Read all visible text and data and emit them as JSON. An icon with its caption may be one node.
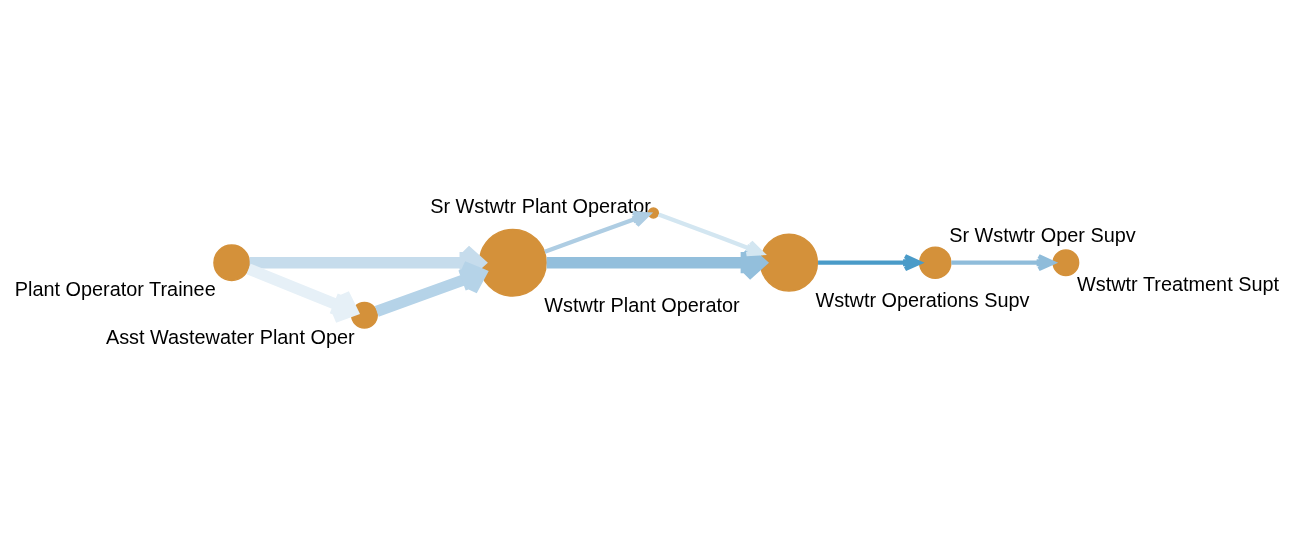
{
  "diagram": {
    "nodes": [
      {
        "text": [],
        "shape": "circle",
        "beside": [
          "Plant Operator Trainee"
        ]
      },
      {
        "text": [],
        "shape": "circle",
        "beside": [
          "Wstwtr Plant Operator"
        ]
      },
      {
        "text": [],
        "shape": "circle",
        "beside": [
          "Sr Wstwtr Plant Operator"
        ]
      },
      {
        "text": [],
        "shape": "circle",
        "beside": [
          "Wstwtr Operations Supv"
        ]
      },
      {
        "text": [],
        "shape": "circle",
        "beside": [
          "Sr Wstwtr Oper Supv"
        ]
      },
      {
        "text": [],
        "shape": "circle",
        "beside": [
          "Wstwtr Treatment Supt"
        ]
      },
      {
        "text": [],
        "shape": "circle",
        "beside": [
          "Asst Wastewater Plant Oper"
        ]
      }
    ],
    "edges": [
      {
        "from": 0,
        "to": 1,
        "arrow": "to",
        "style": "thick",
        "color": "#c6dcec"
      },
      {
        "from": 0,
        "to": 6,
        "arrow": "to",
        "style": "thick",
        "color": "#e6f0f7"
      },
      {
        "from": 6,
        "to": 1,
        "arrow": "to",
        "style": "thick",
        "color": "#b5d3e8"
      },
      {
        "from": 1,
        "to": 2,
        "arrow": "to",
        "color": "#aecde3"
      },
      {
        "from": 2,
        "to": 3,
        "arrow": "to",
        "color": "#d3e6f1"
      },
      {
        "from": 1,
        "to": 3,
        "arrow": "to",
        "style": "thick",
        "color": "#93bfdc"
      },
      {
        "from": 3,
        "to": 4,
        "arrow": "to",
        "color": "#4a9bc8"
      },
      {
        "from": 4,
        "to": 5,
        "arrow": "to",
        "color": "#8fbcda"
      }
    ]
  }
}
